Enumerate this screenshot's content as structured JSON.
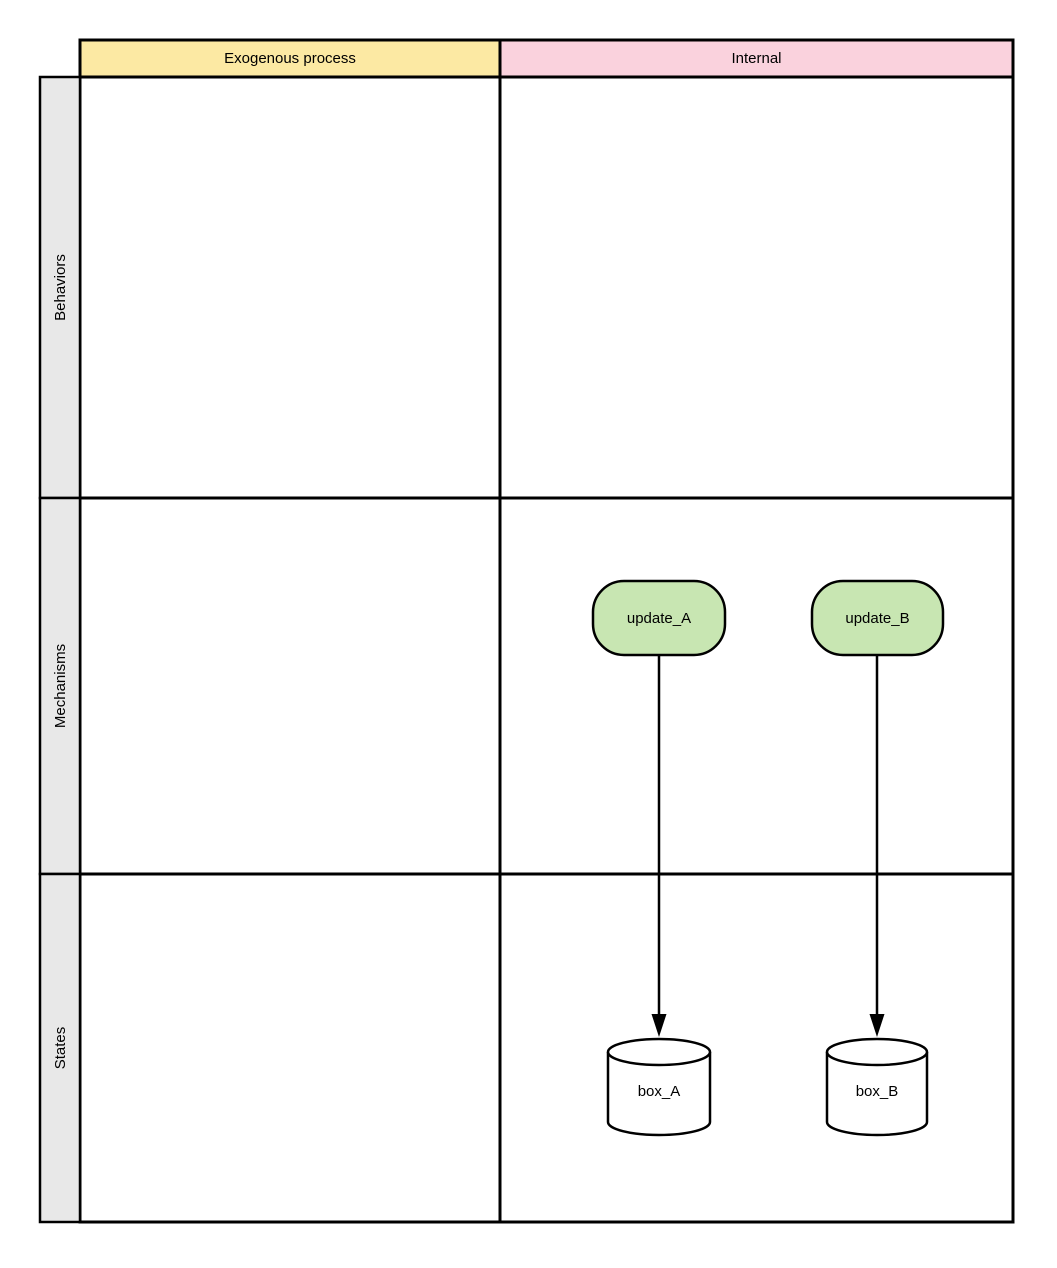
{
  "diagram": {
    "type": "swimlane-matrix",
    "column_headers": [
      {
        "label": "Exogenous process",
        "color": "#FCE9A3"
      },
      {
        "label": "Internal",
        "color": "#FAD2DD"
      }
    ],
    "row_headers": [
      {
        "label": "Behaviors"
      },
      {
        "label": "Mechanisms"
      },
      {
        "label": "States"
      }
    ],
    "row_header_bg": "#E8E8E8",
    "border_color": "#000000",
    "cell_bg": "#FFFFFF",
    "nodes": [
      {
        "id": "update_A",
        "label": "update_A",
        "shape": "rounded-rectangle",
        "row": "Mechanisms",
        "column": "Internal",
        "fill": "#C8E6B2",
        "stroke": "#000000"
      },
      {
        "id": "update_B",
        "label": "update_B",
        "shape": "rounded-rectangle",
        "row": "Mechanisms",
        "column": "Internal",
        "fill": "#C8E6B2",
        "stroke": "#000000"
      },
      {
        "id": "box_A",
        "label": "box_A",
        "shape": "cylinder",
        "row": "States",
        "column": "Internal",
        "fill": "#FFFFFF",
        "stroke": "#000000"
      },
      {
        "id": "box_B",
        "label": "box_B",
        "shape": "cylinder",
        "row": "States",
        "column": "Internal",
        "fill": "#FFFFFF",
        "stroke": "#000000"
      }
    ],
    "edges": [
      {
        "from": "update_A",
        "to": "box_A",
        "style": "solid",
        "arrow": "filled-triangle"
      },
      {
        "from": "update_B",
        "to": "box_B",
        "style": "solid",
        "arrow": "filled-triangle"
      }
    ]
  }
}
